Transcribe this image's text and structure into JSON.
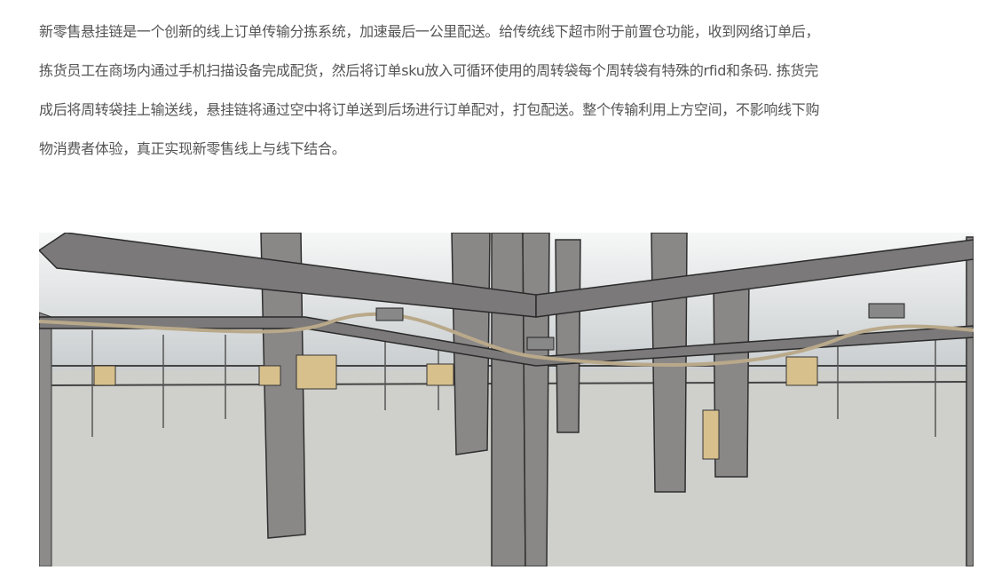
{
  "article": {
    "lines": [
      "新零售悬挂链是一个创新的线上订单传输分拣系统，加速最后一公里配送。给传统线下超市附于前置仓功能，收到网络订单后，",
      "拣货员工在商场内通过手机扫描设备完成配货，然后将订单sku放入可循环使用的周转袋每个周转袋有特殊的rfid和条码. 拣货完",
      "成后将周转袋挂上输送线，悬挂链将通过空中将订单送到后场进行订单配对，打包配送。整个传输利用上方空间，不影响线下购",
      "物消费者体验，真正实现新零售线上与线下结合。"
    ]
  },
  "figure": {
    "colors": {
      "sky_top": "#f4f5f5",
      "sky_bottom": "#c9cdcf",
      "floor": "#cfd0cc",
      "pillar": "#8a8787",
      "beam": "#7d7b7b",
      "box": "#d8c08c"
    }
  }
}
